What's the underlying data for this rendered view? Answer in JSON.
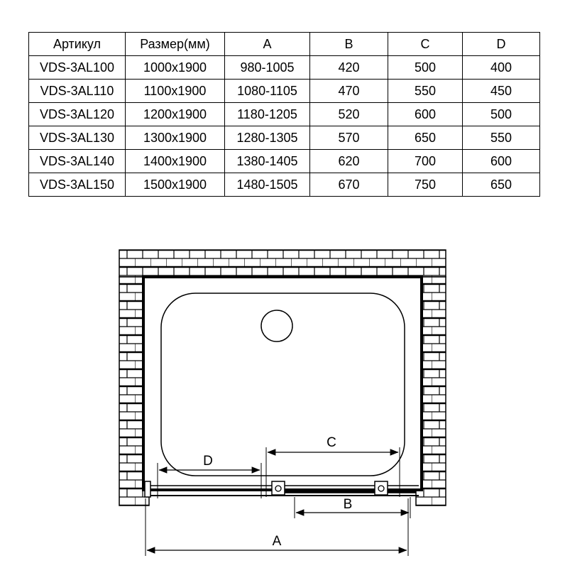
{
  "table": {
    "headers": [
      "Артикул",
      "Размер(мм)",
      "A",
      "B",
      "C",
      "D"
    ],
    "rows": [
      [
        "VDS-3AL100",
        "1000x1900",
        "980-1005",
        "420",
        "500",
        "400"
      ],
      [
        "VDS-3AL110",
        "1100x1900",
        "1080-1105",
        "470",
        "550",
        "450"
      ],
      [
        "VDS-3AL120",
        "1200x1900",
        "1180-1205",
        "520",
        "600",
        "500"
      ],
      [
        "VDS-3AL130",
        "1300x1900",
        "1280-1305",
        "570",
        "650",
        "550"
      ],
      [
        "VDS-3AL140",
        "1400x1900",
        "1380-1405",
        "620",
        "700",
        "600"
      ],
      [
        "VDS-3AL150",
        "1500x1900",
        "1480-1505",
        "670",
        "750",
        "650"
      ]
    ]
  },
  "diagram": {
    "labels": {
      "a": "A",
      "b": "B",
      "c": "C",
      "d": "D"
    }
  },
  "colors": {
    "line": "#000000",
    "background": "#ffffff"
  }
}
